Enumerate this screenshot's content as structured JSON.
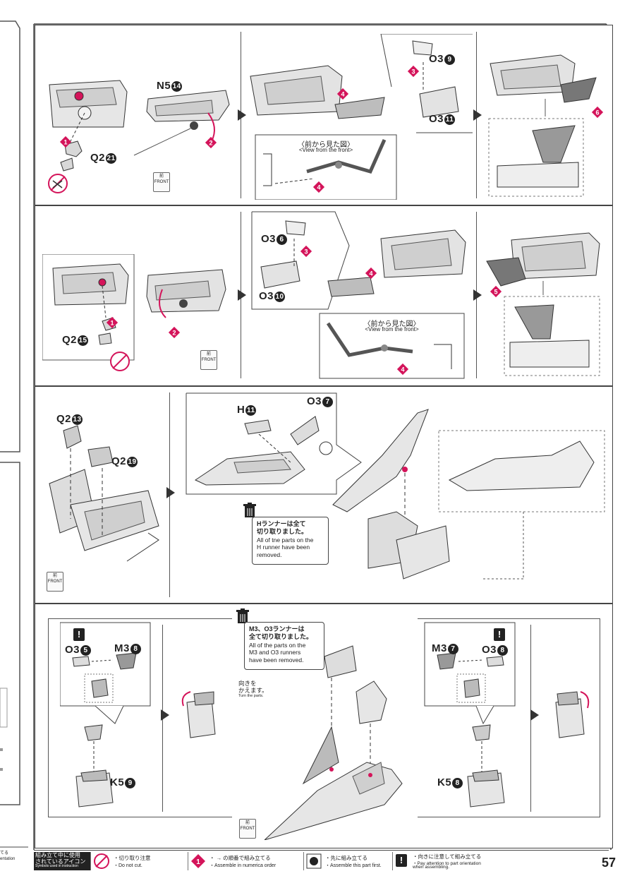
{
  "page_number": "57",
  "colors": {
    "accent": "#d4145a",
    "line": "#333333",
    "shade": "#bdbdbd",
    "dark": "#555555"
  },
  "step_numbers": {
    "s1": "1",
    "s2": "2",
    "s3": "3",
    "s4": "4",
    "s5": "5",
    "s6": "6"
  },
  "front_icon": {
    "jp": "前",
    "en": "FRONT"
  },
  "row1": {
    "part_n5": "N5",
    "part_n5_num": "14",
    "part_q2": "Q2",
    "part_q2_num": "21",
    "part_o3_a": "O3",
    "part_o3_a_num": "9",
    "part_o3_b": "O3",
    "part_o3_b_num": "11",
    "view_front_jp": "〈前から見た図〉",
    "view_front_en": "<View from the front>"
  },
  "row2": {
    "part_q2": "Q2",
    "part_q2_num": "15",
    "part_o3_a": "O3",
    "part_o3_a_num": "6",
    "part_o3_b": "O3",
    "part_o3_b_num": "10",
    "view_front_jp": "〈前から見た図〉",
    "view_front_en": "<View from the front>"
  },
  "row3": {
    "part_q2_a": "Q2",
    "part_q2_a_num": "13",
    "part_q2_b": "Q2",
    "part_q2_b_num": "19",
    "part_h": "H",
    "part_h_num": "11",
    "part_o3": "O3",
    "part_o3_num": "7",
    "note_jp1": "Hランナーは全て",
    "note_jp2": "切り取りました。",
    "note_en1": "All of tne parts on the",
    "note_en2": "H runner have been",
    "note_en3": "removed."
  },
  "row4": {
    "left_o3": "O3",
    "left_o3_num": "5",
    "left_m3": "M3",
    "left_m3_num": "8",
    "left_k5": "K5",
    "left_k5_num": "9",
    "right_m3": "M3",
    "right_m3_num": "7",
    "right_o3": "O3",
    "right_o3_num": "8",
    "right_k5": "K5",
    "right_k5_num": "8",
    "note_jp1": "M3、O3ランナーは",
    "note_jp2": "全て切り取りました。",
    "note_en1": "All of the parts on the",
    "note_en2": "M3 and O3 runners",
    "note_en3": "have been removed.",
    "turn_jp1": "向きを",
    "turn_jp2": "かえます。",
    "turn_en": "Turn the parts."
  },
  "legend": {
    "title_jp1": "組み立て中に使用",
    "title_jp2": "されているアイコン",
    "title_en": "Symbols used in instruction",
    "nocut_jp": "・切り取り注意",
    "nocut_en": "・Do not cut.",
    "order_jp": "・ → の順番で組み立てる",
    "order_en": "・Assemble in numerica order",
    "first_jp": "・先に組み立てる",
    "first_en": "・Assemble this part first.",
    "orient_jp": "・向きに注意して組み立てる",
    "orient_en1": "・Pay attention to part orientation",
    "orient_en2": "when assembling."
  },
  "edge": {
    "left_bottom1": "てる",
    "left_bottom2": "entation"
  }
}
